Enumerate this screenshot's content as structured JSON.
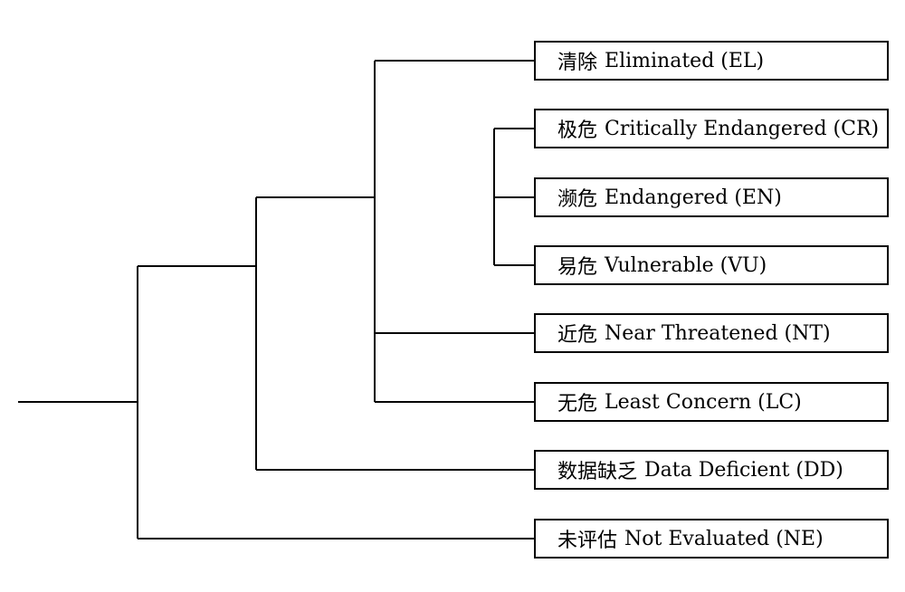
{
  "categories": [
    {
      "zh": "清除",
      "en": "Eliminated (EL)"
    },
    {
      "zh": "极危",
      "en": "Critically Endangered (CR)"
    },
    {
      "zh": "濒危",
      "en": "Endangered (EN)"
    },
    {
      "zh": "易危",
      "en": "Vulnerable (VU)"
    },
    {
      "zh": "近危",
      "en": "Near Threatened (NT)"
    },
    {
      "zh": "无危",
      "en": "Least Concern (LC)"
    },
    {
      "zh": "数据缺乏",
      "en": "Data Deficient (DD)"
    },
    {
      "zh": "未评估",
      "en": "Not Evaluated (NE)"
    }
  ]
}
